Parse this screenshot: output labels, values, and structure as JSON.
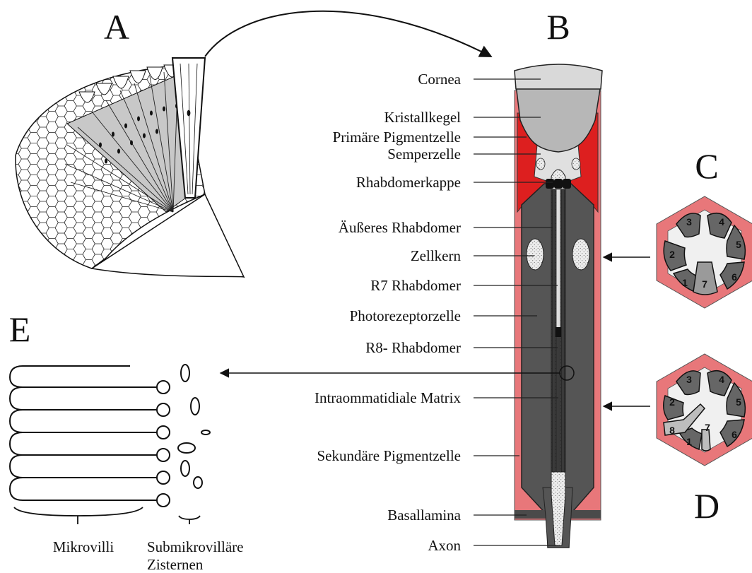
{
  "panels": {
    "a": "A",
    "b": "B",
    "c": "C",
    "d": "D",
    "e": "E"
  },
  "structure_labels": [
    "Cornea",
    "Kristallkegel",
    "Primäre Pigmentzelle",
    "Semperzelle",
    "Rhabdomerkappe",
    "Äußeres Rhabdomer",
    "Zellkern",
    "R7 Rhabdomer",
    "Photorezeptorzelle",
    "R8- Rhabdomer",
    "Intraommatidiale Matrix",
    "Sekundäre Pigmentzelle",
    "Basallamina",
    "Axon"
  ],
  "panel_e": {
    "mikrovilli": "Mikrovilli",
    "zisternen_line1": "Submikrovilläre",
    "zisternen_line2": "Zisternen"
  },
  "cross_section_c": {
    "cells": [
      "1",
      "2",
      "3",
      "4",
      "5",
      "6",
      "7"
    ]
  },
  "cross_section_d": {
    "cells": [
      "1",
      "2",
      "3",
      "4",
      "5",
      "6",
      "7",
      "8"
    ]
  },
  "colors": {
    "secondary_pigment": "#e8777a",
    "primary_pigment": "#dd1f1f",
    "photoreceptor": "#555555",
    "cornea": "#d9d9d9",
    "crystal_cone": "#b7b7b7",
    "basal_lamina": "#4a4a4a"
  }
}
